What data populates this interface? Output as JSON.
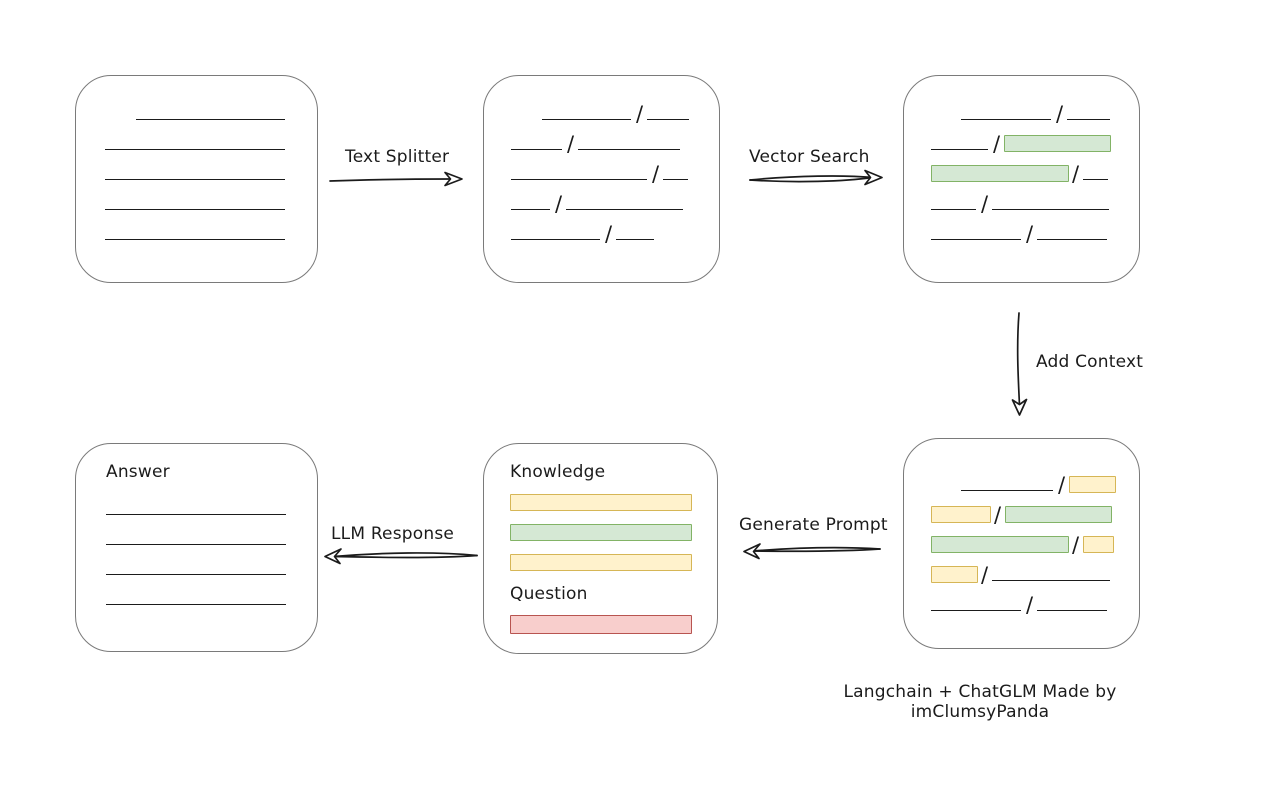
{
  "caption": "Langchain + ChatGLM Made by imClumsyPanda",
  "colors": {
    "green_fill": "#d5e8d4",
    "green_border": "#82b366",
    "yellow_fill": "#fff2cc",
    "yellow_border": "#d6b656",
    "red_fill": "#f8cecc",
    "red_border": "#b85450"
  },
  "arrows": {
    "text_splitter": {
      "label": "Text Splitter"
    },
    "vector_search": {
      "label": "Vector Search"
    },
    "add_context": {
      "label": "Add Context"
    },
    "generate_prompt": {
      "label": "Generate Prompt"
    },
    "llm_response": {
      "label": "LLM Response"
    }
  },
  "boxes": {
    "document": {
      "rows": [
        [
          {
            "t": "gap",
            "w": 31
          },
          {
            "t": "line",
            "w": 149
          }
        ],
        [
          {
            "t": "line",
            "w": 180
          }
        ],
        [
          {
            "t": "line",
            "w": 180
          }
        ],
        [
          {
            "t": "line",
            "w": 180
          }
        ],
        [
          {
            "t": "line",
            "w": 180
          }
        ]
      ]
    },
    "chunks": {
      "rows": [
        [
          {
            "t": "gap",
            "w": 31
          },
          {
            "t": "line",
            "w": 89
          },
          {
            "t": "slash"
          },
          {
            "t": "line",
            "w": 42
          }
        ],
        [
          {
            "t": "line",
            "w": 51
          },
          {
            "t": "slash"
          },
          {
            "t": "line",
            "w": 102
          }
        ],
        [
          {
            "t": "line",
            "w": 136
          },
          {
            "t": "slash"
          },
          {
            "t": "line",
            "w": 25
          }
        ],
        [
          {
            "t": "line",
            "w": 39
          },
          {
            "t": "slash"
          },
          {
            "t": "line",
            "w": 117
          }
        ],
        [
          {
            "t": "line",
            "w": 89
          },
          {
            "t": "slash"
          },
          {
            "t": "line",
            "w": 38
          }
        ]
      ]
    },
    "search_results": {
      "rows": [
        [
          {
            "t": "gap",
            "w": 30
          },
          {
            "t": "line",
            "w": 90
          },
          {
            "t": "slash"
          },
          {
            "t": "line",
            "w": 43
          }
        ],
        [
          {
            "t": "line",
            "w": 57
          },
          {
            "t": "slash"
          },
          {
            "t": "chunk",
            "c": "green",
            "w": 107
          }
        ],
        [
          {
            "t": "chunk",
            "c": "green",
            "w": 138
          },
          {
            "t": "slash"
          },
          {
            "t": "line",
            "w": 25
          }
        ],
        [
          {
            "t": "line",
            "w": 45
          },
          {
            "t": "slash"
          },
          {
            "t": "line",
            "w": 117
          }
        ],
        [
          {
            "t": "line",
            "w": 90
          },
          {
            "t": "slash"
          },
          {
            "t": "line",
            "w": 70
          }
        ]
      ]
    },
    "context": {
      "rows": [
        [
          {
            "t": "gap",
            "w": 30
          },
          {
            "t": "line",
            "w": 92
          },
          {
            "t": "slash"
          },
          {
            "t": "chunk",
            "c": "yellow",
            "w": 47
          }
        ],
        [
          {
            "t": "chunk",
            "c": "yellow",
            "w": 60
          },
          {
            "t": "slash"
          },
          {
            "t": "chunk",
            "c": "green",
            "w": 107
          }
        ],
        [
          {
            "t": "chunk",
            "c": "green",
            "w": 138
          },
          {
            "t": "slash"
          },
          {
            "t": "chunk",
            "c": "yellow",
            "w": 31
          }
        ],
        [
          {
            "t": "chunk",
            "c": "yellow",
            "w": 47
          },
          {
            "t": "slash"
          },
          {
            "t": "line",
            "w": 118
          }
        ],
        [
          {
            "t": "line",
            "w": 90
          },
          {
            "t": "slash"
          },
          {
            "t": "line",
            "w": 70
          }
        ]
      ]
    },
    "prompt": {
      "knowledge_label": "Knowledge",
      "question_label": "Question",
      "knowledge_rows": [
        [
          {
            "t": "chunk",
            "c": "yellow",
            "w": 182
          }
        ],
        [
          {
            "t": "chunk",
            "c": "green",
            "w": 182
          }
        ],
        [
          {
            "t": "chunk",
            "c": "yellow",
            "w": 182
          }
        ]
      ],
      "question_rows": [
        [
          {
            "t": "chunk",
            "c": "red",
            "w": 182
          }
        ]
      ]
    },
    "answer": {
      "label": "Answer",
      "rows": [
        [
          {
            "t": "line",
            "w": 180
          }
        ],
        [
          {
            "t": "line",
            "w": 180
          }
        ],
        [
          {
            "t": "line",
            "w": 180
          }
        ],
        [
          {
            "t": "line",
            "w": 180
          }
        ]
      ]
    }
  }
}
